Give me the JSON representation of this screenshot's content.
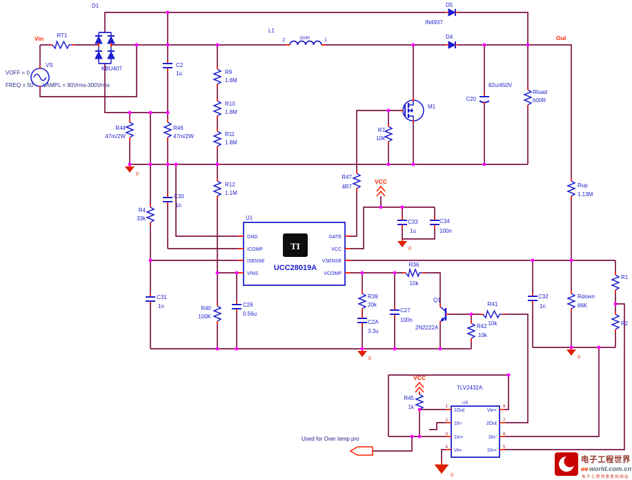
{
  "nets": {
    "vin": "Vin",
    "out": "Out",
    "vcc": "VCC",
    "gnd": "0"
  },
  "source": {
    "ref": "VS",
    "voff": "VOFF = 0",
    "freq": "FREQ = 50",
    "vampl": "VAMPL = 90Vrms-300Vrms"
  },
  "components": {
    "RT1": {
      "ref": "RT1",
      "value": ""
    },
    "D1": {
      "ref": "D1",
      "value": "KBU407"
    },
    "C2": {
      "ref": "C2",
      "value": "1u"
    },
    "R44": {
      "ref": "R44",
      "value": "47m/2W"
    },
    "R46": {
      "ref": "R46",
      "value": "47m/2W"
    },
    "R9": {
      "ref": "R9",
      "value": "1.8M"
    },
    "R10": {
      "ref": "R10",
      "value": "1.8M"
    },
    "R11": {
      "ref": "R11",
      "value": "1.8M"
    },
    "R12": {
      "ref": "R12",
      "value": "1.1M"
    },
    "R4": {
      "ref": "R4",
      "value": "33k"
    },
    "C30": {
      "ref": "C30",
      "value": "1n"
    },
    "C31": {
      "ref": "C31",
      "value": "1n"
    },
    "R40": {
      "ref": "R40",
      "value": "100K"
    },
    "C26": {
      "ref": "C26",
      "value": "0.56u"
    },
    "L1": {
      "ref": "L1",
      "value": "1mH",
      "pin1": "1",
      "pin2": "2"
    },
    "D5": {
      "ref": "D5",
      "value": "IN4937"
    },
    "D4": {
      "ref": "D4",
      "value": ""
    },
    "M1": {
      "ref": "M1",
      "value": ""
    },
    "R7": {
      "ref": "R7",
      "value": "10k"
    },
    "R47": {
      "ref": "R47",
      "value": "4R7"
    },
    "C20": {
      "ref": "C20",
      "value": "82u/450V"
    },
    "Rload": {
      "ref": "Rload",
      "value": "600R"
    },
    "Rup": {
      "ref": "Rup",
      "value": "1.13M"
    },
    "C33": {
      "ref": "C33",
      "value": "1u"
    },
    "C34": {
      "ref": "C34",
      "value": "100n"
    },
    "R39": {
      "ref": "R39",
      "value": "20k"
    },
    "C2A": {
      "ref": "C2A",
      "value": "3.3u"
    },
    "C27": {
      "ref": "C27",
      "value": "100n"
    },
    "R36": {
      "ref": "R36",
      "value": "10k"
    },
    "Q1": {
      "ref": "Q1",
      "value": "2N2222A"
    },
    "R41": {
      "ref": "R41",
      "value": "10k"
    },
    "R42": {
      "ref": "R42",
      "value": "10k"
    },
    "R45": {
      "ref": "R45",
      "value": "1k"
    },
    "C32": {
      "ref": "C32",
      "value": "1n"
    },
    "Rdown": {
      "ref": "Rdown",
      "value": "66K"
    },
    "R1": {
      "ref": "R1",
      "value": ""
    },
    "R2": {
      "ref": "R2",
      "value": ""
    }
  },
  "u1": {
    "ref": "U1",
    "part": "UCC28019A",
    "logo": "TI",
    "pins_left": [
      "GND",
      "ICOMP",
      "ISENSE",
      "VINS"
    ],
    "pins_right": [
      "GATE",
      "VCC",
      "VSENSE",
      "VCOMP"
    ]
  },
  "u5": {
    "ref": "U5",
    "part": "TLV2432A",
    "pins_left": [
      "1Out",
      "1In-",
      "1In+",
      "Vin-"
    ],
    "pins_right": [
      "Vin+",
      "2Out",
      "2In-",
      "2In+"
    ],
    "nums_left": [
      "1",
      "2",
      "3",
      "4"
    ],
    "nums_right": [
      "8",
      "7",
      "6",
      "5"
    ]
  },
  "annotations": {
    "overtemp": "Used for Over temp pro"
  },
  "watermark": {
    "site_cn": "电子工程世界",
    "domain_ee": "ee",
    "domain_rest": "world.com.cn",
    "tagline": "电子工程师喜爱的网站"
  },
  "colors": {
    "wire": "#7a1143",
    "component": "#1c1ccd",
    "terminal": "#ff2400",
    "junction": "#ff00ff",
    "ground": "#e02000",
    "net_label": "#ff2400"
  }
}
